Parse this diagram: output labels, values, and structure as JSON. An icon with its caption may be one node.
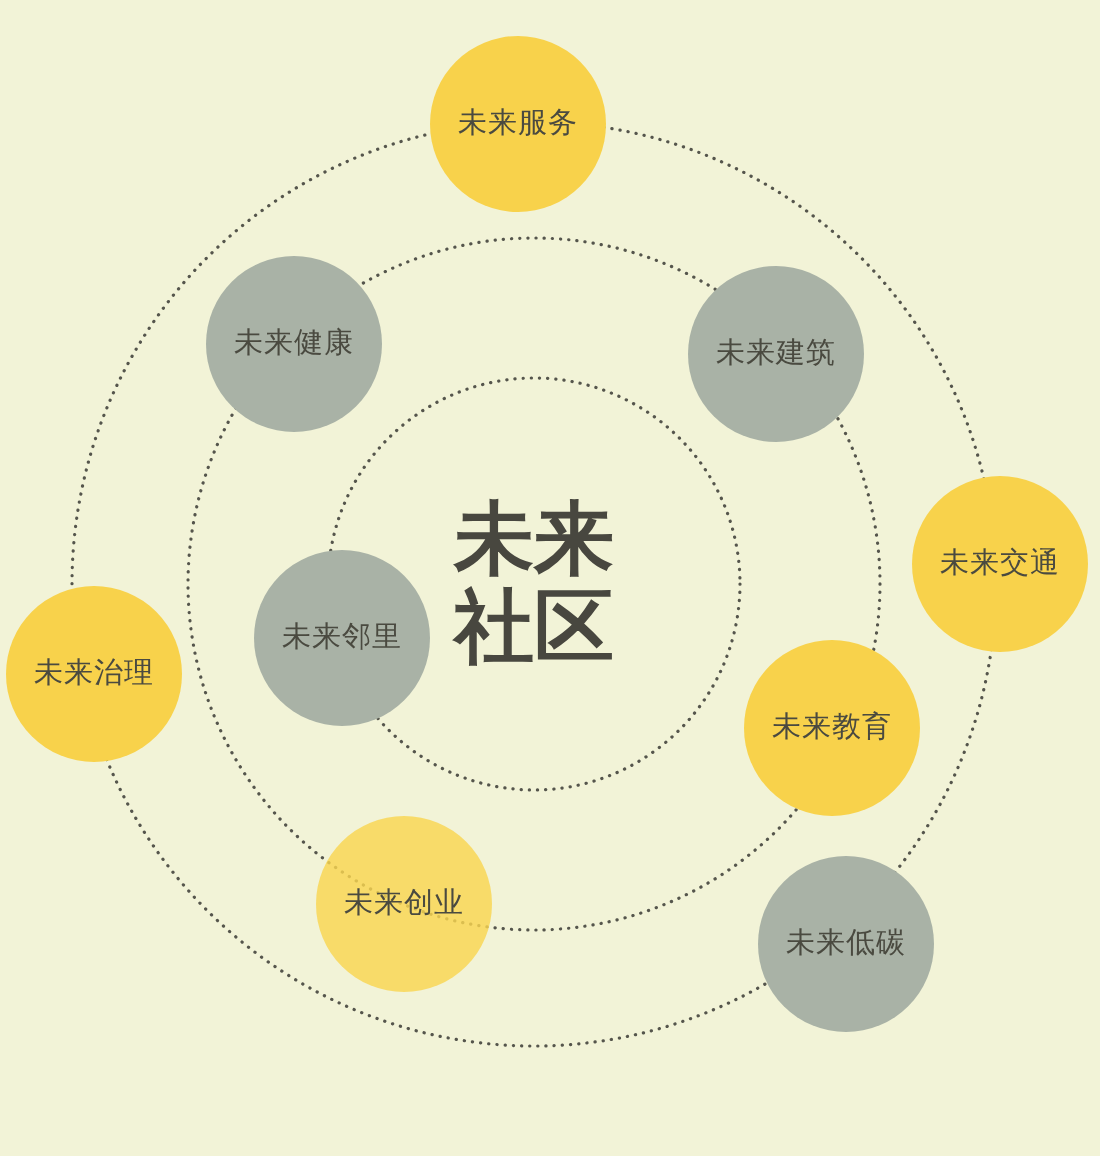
{
  "diagram": {
    "nodes": [
      {
        "text": [
          "未来社区"
        ]
      },
      {
        "text": [
          "未来服务"
        ]
      },
      {
        "text": [
          "未来健康"
        ]
      },
      {
        "text": [
          "未来建筑"
        ]
      },
      {
        "text": [
          "未来交通"
        ]
      },
      {
        "text": [
          "未来邻里"
        ]
      },
      {
        "text": [
          "未来治理"
        ]
      },
      {
        "text": [
          "未来教育"
        ]
      },
      {
        "text": [
          "未来创业"
        ]
      },
      {
        "text": [
          "未来低碳"
        ]
      }
    ]
  }
}
